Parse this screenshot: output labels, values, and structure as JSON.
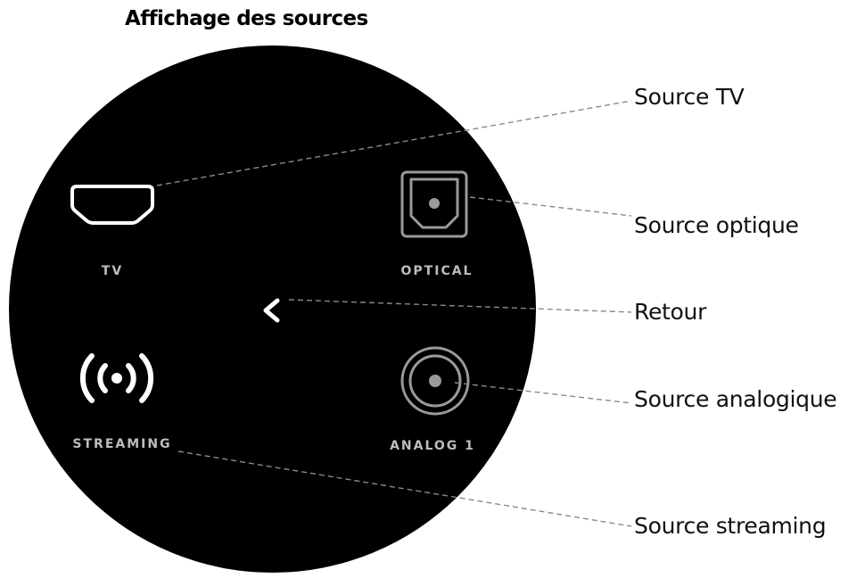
{
  "title": "Affichage des sources",
  "sources": {
    "tv": {
      "label": "TV",
      "icon": "hdmi-port-icon"
    },
    "optical": {
      "label": "OPTICAL",
      "icon": "optical-port-icon"
    },
    "streaming": {
      "label": "STREAMING",
      "icon": "wireless-streaming-icon"
    },
    "analog": {
      "label": "ANALOG 1",
      "icon": "analog-port-icon"
    }
  },
  "back": {
    "icon": "chevron-left-icon"
  },
  "callouts": {
    "tv": "Source TV",
    "optical": "Source optique",
    "back": "Retour",
    "analog": "Source analogique",
    "streaming": "Source streaming"
  },
  "colors": {
    "device_background": "#000000",
    "icon_white": "#ffffff",
    "icon_grey": "#9a9a9a",
    "label_grey": "#bdbdbd",
    "leader_line": "#8a8a8a"
  }
}
